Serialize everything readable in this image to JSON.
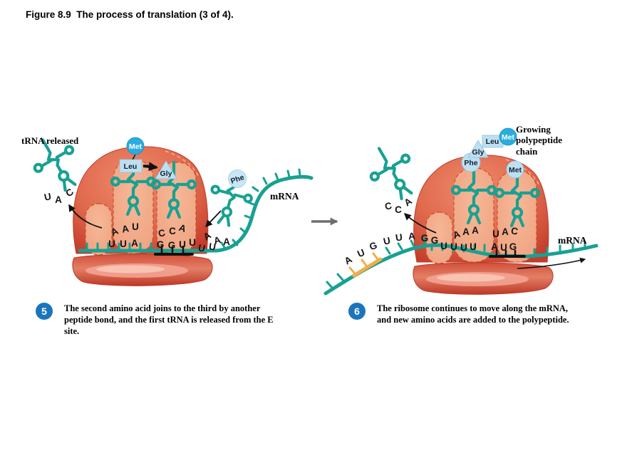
{
  "title": "Figure 8.9  The process of translation (3 of 4).",
  "colors": {
    "teal": "#18a192",
    "ribosome_red": "#d9503a",
    "site_salmon": "#f2a888",
    "met_blue": "#2bacdf",
    "amino_light_blue": "#bedff2",
    "badge_blue": "#1b75bc",
    "mrna_orange": "#f0ad49",
    "arrow_gray": "#6d6e71"
  },
  "left": {
    "trna_released_label": "tRNA released",
    "mrna_label": "mRNA",
    "released_anticodon": [
      "U",
      "A",
      "C"
    ],
    "chain": {
      "met": "Met",
      "leu": "Leu",
      "gly": "Gly"
    },
    "incoming_aa": "Phe",
    "p_anticodon": [
      "A",
      "A",
      "U"
    ],
    "a_anticodon": [
      "C",
      "C",
      "A"
    ],
    "incoming_anticodon": [
      "A",
      "A",
      "A"
    ],
    "mrna_letters": [
      "U",
      "U",
      "A",
      "G",
      "G",
      "U",
      "U",
      "U",
      "U"
    ],
    "step_num": "5",
    "step_lines": [
      "The second amino acid joins to the third by another",
      "peptide bond, and the first tRNA is released from the E",
      "site."
    ]
  },
  "right": {
    "growing_lines": [
      "Growing",
      "polypeptide",
      "chain"
    ],
    "mrna_label": "mRNA",
    "released_anticodon": [
      "C",
      "C",
      "A"
    ],
    "chain": {
      "met": "Met",
      "leu": "Leu",
      "gly": "Gly",
      "phe": "Phe"
    },
    "a_site_aa": "Met",
    "p_anticodon": [
      "A",
      "A",
      "A"
    ],
    "a_anticodon": [
      "U",
      "A",
      "C"
    ],
    "mrna_letters": [
      "A",
      "U",
      "G",
      "U",
      "U",
      "A",
      "G",
      "G",
      "U",
      "U",
      "U",
      "U",
      "A",
      "U",
      "G"
    ],
    "step_num": "6",
    "step_lines": [
      "The ribosome continues to move along the mRNA,",
      "and new amino acids are added to the polypeptide."
    ]
  }
}
